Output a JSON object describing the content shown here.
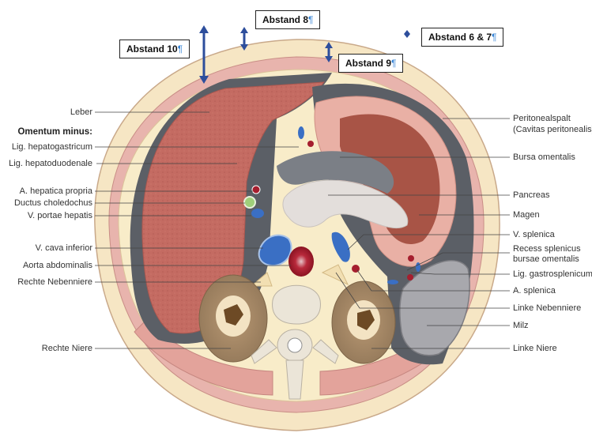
{
  "colors": {
    "skin": "#f6e6c4",
    "fat": "#f8ecc9",
    "muscle": "#e4a9a2",
    "liver": "#c46b62",
    "peritoneum": "#5b5f66",
    "vein": "#3a6fc4",
    "artery": "#a51e2e",
    "kidney": "#a88b6a",
    "bone": "#ebe5d8",
    "arrow": "#2d4e9c",
    "pilcrow": "#3a86d6"
  },
  "distance_boxes": [
    {
      "text": "Abstand 10",
      "pilcrow": "¶"
    },
    {
      "text": "Abstand 8",
      "pilcrow": "¶"
    },
    {
      "text": "Abstand 9",
      "pilcrow": "¶"
    },
    {
      "text": "Abstand 6 & 7",
      "pilcrow": "¶"
    }
  ],
  "labels_left": [
    "Leber",
    "Omentum minus:",
    "Lig. hepatogastricum",
    "Lig. hepatoduodenale",
    "A. hepatica propria",
    "Ductus choledochus",
    "V. portae hepatis",
    "V. cava inferior",
    "Aorta abdominalis",
    "Rechte Nebenniere",
    "Rechte Niere"
  ],
  "labels_right": [
    "Peritonealspalt",
    "(Cavitas peritonealis)",
    "Bursa omentalis",
    "Pancreas",
    "Magen",
    "V. splenica",
    "Recess splenicus",
    "bursae omentalis",
    "Lig. gastrosplenicum",
    "A. splenica",
    "Linke Nebenniere",
    "Milz",
    "Linke Niere"
  ]
}
